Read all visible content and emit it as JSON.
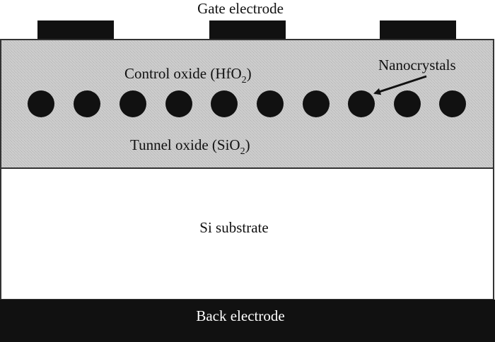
{
  "labels": {
    "gate": "Gate electrode",
    "control_oxide_prefix": "Control oxide (HfO",
    "control_oxide_sub": "2",
    "control_oxide_suffix": ")",
    "nanocrystals": "Nanocrystals",
    "tunnel_oxide_prefix": "Tunnel oxide (SiO",
    "tunnel_oxide_sub": "2",
    "tunnel_oxide_suffix": ")",
    "substrate": "Si substrate",
    "back_electrode": "Back electrode"
  },
  "structure": {
    "gate_electrode_count": 3,
    "nanocrystal_count": 10
  },
  "colors": {
    "electrode": "#111111",
    "oxide_fill": "#c8c8c8",
    "nanocrystal": "#111111",
    "substrate": "#ffffff",
    "outline": "#333333"
  }
}
